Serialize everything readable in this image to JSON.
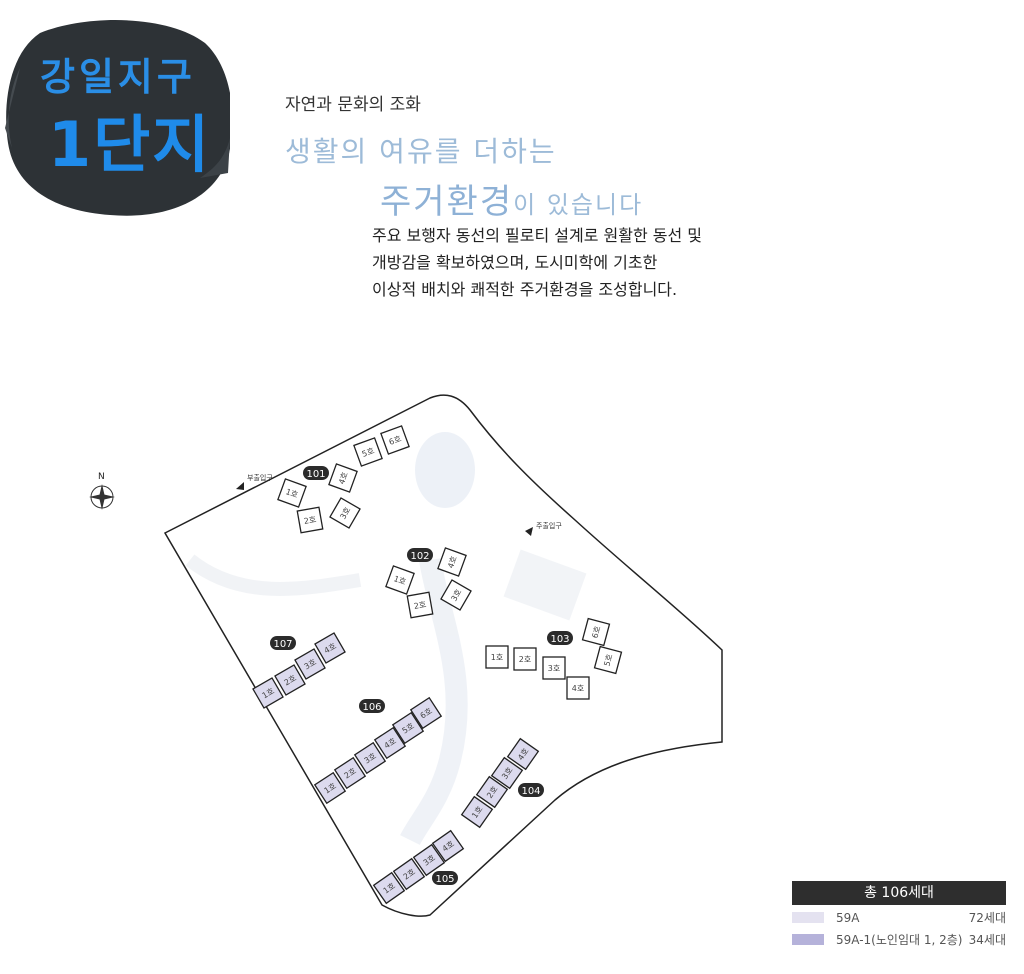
{
  "logo": {
    "line1": "강일지구",
    "line2": "1단지"
  },
  "header": {
    "subtitle": "자연과 문화의 조화",
    "headline": "생활의 여유를 더하는",
    "headline2_emph": "주거환경",
    "headline2_rest": "이 있습니다",
    "body": [
      "주요 보행자 동선의 필로티 설계로 원활한 동선 및",
      "개방감을 확보하였으며, 도시미학에 기초한",
      "이상적 배치와 쾌적한 주거환경을 조성합니다."
    ]
  },
  "site_plan": {
    "compass_label": "N",
    "entrances": {
      "sub": "부출입구",
      "main": "주출입구"
    },
    "buildings": [
      {
        "id": "101",
        "type": "59A",
        "units": [
          "1호",
          "2호",
          "3호",
          "4호",
          "5호",
          "6호"
        ]
      },
      {
        "id": "102",
        "type": "59A",
        "units": [
          "1호",
          "2호",
          "3호",
          "4호"
        ]
      },
      {
        "id": "103",
        "type": "59A",
        "units": [
          "1호",
          "2호",
          "3호",
          "4호",
          "5호",
          "6호"
        ]
      },
      {
        "id": "104",
        "type": "59A-1",
        "units": [
          "1호",
          "2호",
          "3호",
          "4호"
        ]
      },
      {
        "id": "105",
        "type": "59A-1",
        "units": [
          "1호",
          "2호",
          "3호",
          "4호"
        ]
      },
      {
        "id": "106",
        "type": "59A-1",
        "units": [
          "1호",
          "2호",
          "3호",
          "4호",
          "5호",
          "6호"
        ]
      },
      {
        "id": "107",
        "type": "59A-1",
        "units": [
          "1호",
          "2호",
          "3호",
          "4호"
        ]
      }
    ]
  },
  "legend": {
    "total": "총 106세대",
    "items": [
      {
        "label": "59A",
        "count": "72세대",
        "color": "#e4e2f0"
      },
      {
        "label": "59A-1(노인임대 1, 2층)",
        "count": "34세대",
        "color": "#b5b2da"
      }
    ]
  },
  "colors": {
    "logo_bg": "#2d3236",
    "accent": "#1f8bea",
    "headline": "#9dbbd8"
  }
}
